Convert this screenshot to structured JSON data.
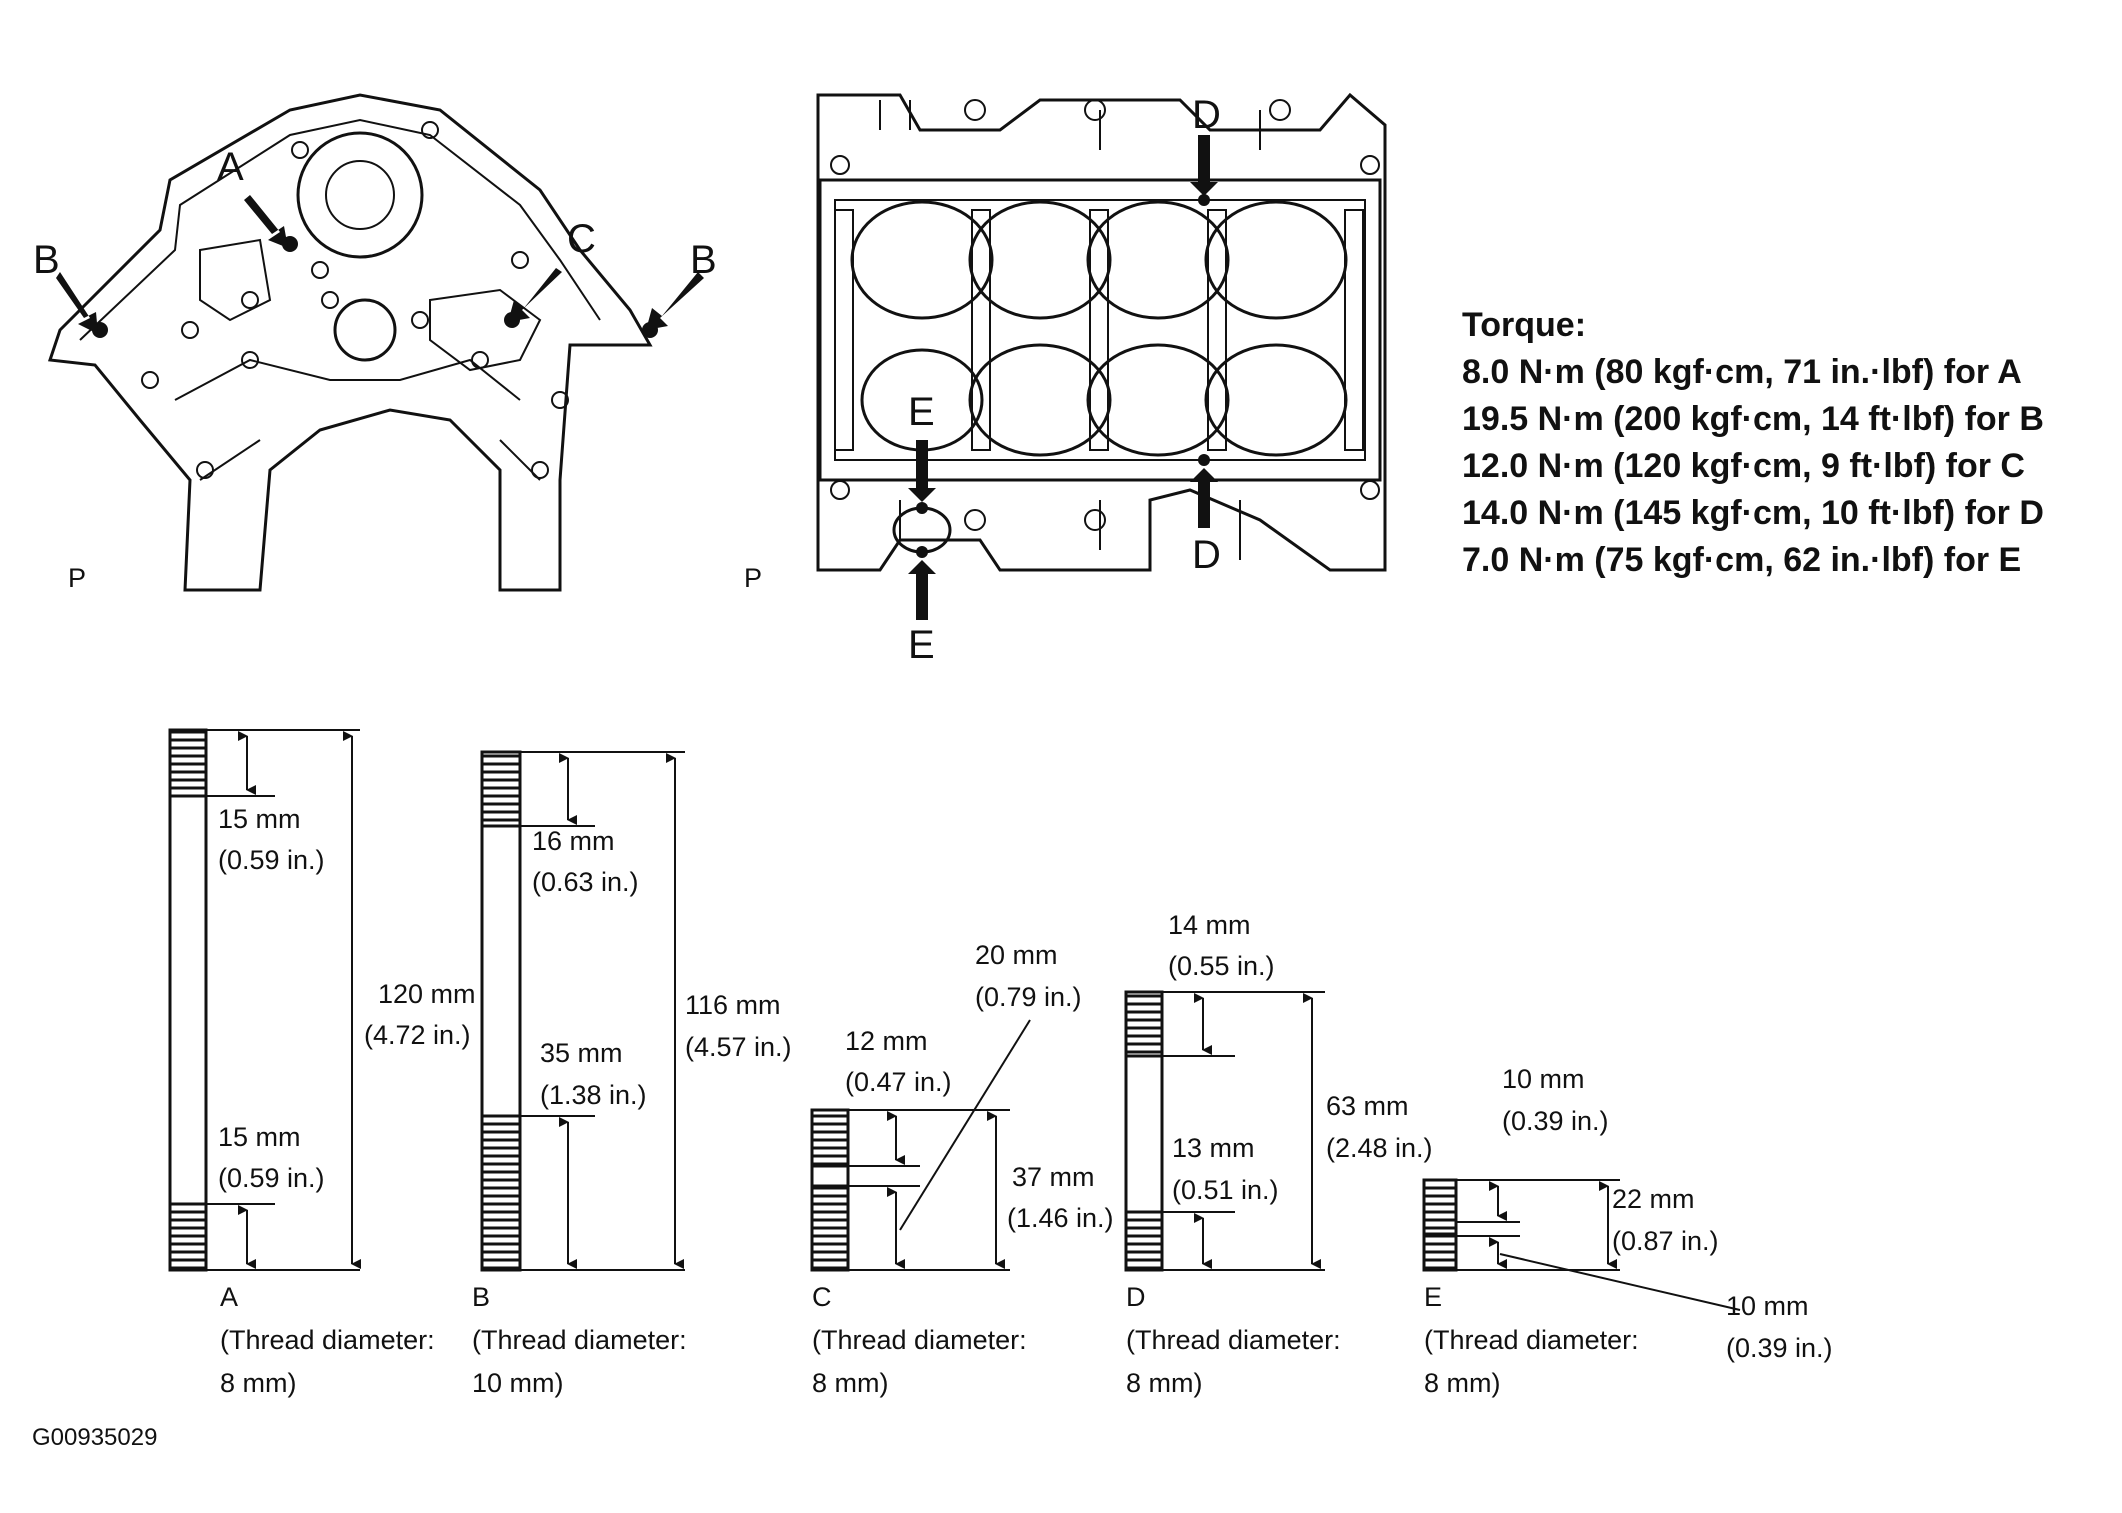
{
  "views": {
    "left_view_tag": "P",
    "right_view_tag": "P",
    "callouts": [
      "A",
      "B",
      "B",
      "C",
      "D",
      "D",
      "E",
      "E"
    ]
  },
  "torque": {
    "heading": "Torque:",
    "lines": [
      "8.0 N·m (80 kgf·cm, 71 in.·lbf) for A",
      "19.5 N·m (200 kgf·cm, 14 ft·lbf) for B",
      "12.0 N·m (120 kgf·cm, 9 ft·lbf) for C",
      "14.0 N·m (145 kgf·cm, 10 ft·lbf) for D",
      "7.0 N·m (75 kgf·cm, 62 in.·lbf) for E"
    ]
  },
  "studs": {
    "A": {
      "letter": "A",
      "thread_label": "(Thread diameter:",
      "thread_value": "8 mm)",
      "dims": [
        {
          "mm": "15 mm",
          "in": "(0.59 in.)"
        },
        {
          "mm": "120 mm",
          "in": "(4.72 in.)"
        },
        {
          "mm": "15 mm",
          "in": "(0.59 in.)"
        }
      ]
    },
    "B": {
      "letter": "B",
      "thread_label": "(Thread diameter:",
      "thread_value": "10 mm)",
      "dims": [
        {
          "mm": "16 mm",
          "in": "(0.63 in.)"
        },
        {
          "mm": "35 mm",
          "in": "(1.38 in.)"
        },
        {
          "mm": "116 mm",
          "in": "(4.57 in.)"
        }
      ]
    },
    "C": {
      "letter": "C",
      "thread_label": "(Thread diameter:",
      "thread_value": "8 mm)",
      "dims": [
        {
          "mm": "20 mm",
          "in": "(0.79 in.)"
        },
        {
          "mm": "12 mm",
          "in": "(0.47 in.)"
        },
        {
          "mm": "37 mm",
          "in": "(1.46 in.)"
        }
      ]
    },
    "D": {
      "letter": "D",
      "thread_label": "(Thread diameter:",
      "thread_value": "8 mm)",
      "dims": [
        {
          "mm": "14 mm",
          "in": "(0.55 in.)"
        },
        {
          "mm": "63 mm",
          "in": "(2.48 in.)"
        },
        {
          "mm": "13 mm",
          "in": "(0.51 in.)"
        }
      ]
    },
    "E": {
      "letter": "E",
      "thread_label": "(Thread diameter:",
      "thread_value": "8 mm)",
      "dims": [
        {
          "mm": "10 mm",
          "in": "(0.39 in.)"
        },
        {
          "mm": "22 mm",
          "in": "(0.87 in.)"
        },
        {
          "mm": "10 mm",
          "in": "(0.39 in.)"
        }
      ]
    }
  },
  "figure_code": "G00935029"
}
